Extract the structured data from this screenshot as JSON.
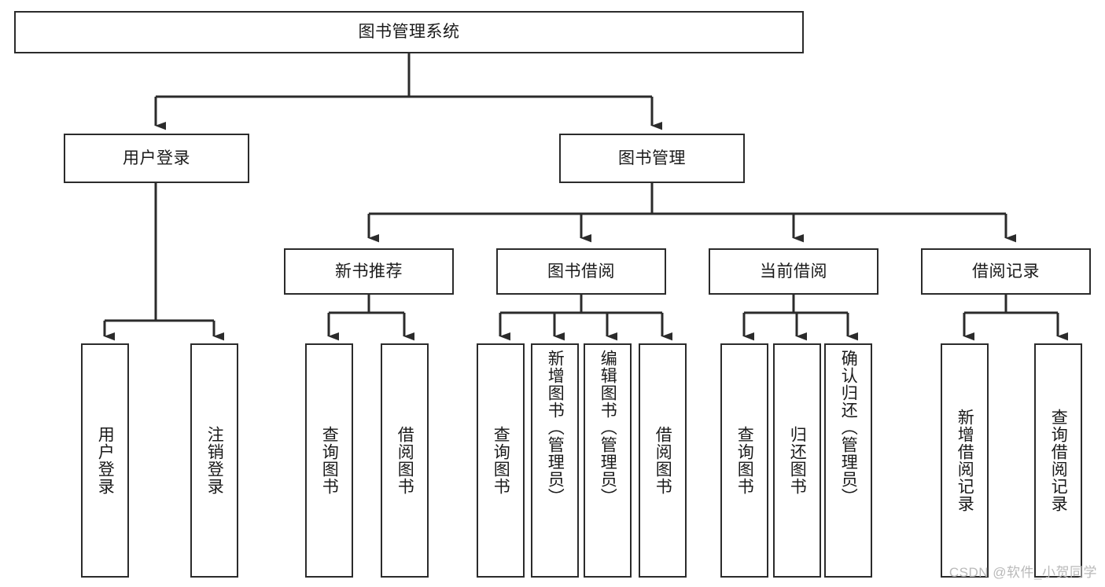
{
  "diagram": {
    "title": "图书管理系统",
    "type": "tree-hierarchy-chart",
    "watermark": "CSDN @软件_小贺同学",
    "colors": {
      "box_border": "#2b2b2b",
      "box_fill": "#ffffff",
      "connector": "#2b2b2b",
      "text": "#1a1a1a",
      "watermark": "#b9b9b9",
      "background": "#ffffff"
    },
    "levels": {
      "root": {
        "label": "图书管理系统"
      },
      "level2": [
        {
          "label": "用户登录"
        },
        {
          "label": "图书管理"
        }
      ],
      "level3": [
        {
          "label": "新书推荐"
        },
        {
          "label": "图书借阅"
        },
        {
          "label": "当前借阅"
        },
        {
          "label": "借阅记录"
        }
      ],
      "leaves": {
        "user_login": [
          {
            "label": "用户登录"
          },
          {
            "label": "注销登录"
          }
        ],
        "new_book_recommend": [
          {
            "label": "查询图书"
          },
          {
            "label": "借阅图书"
          }
        ],
        "book_borrow": [
          {
            "label": "查询图书"
          },
          {
            "label": "新增图书（管理员）"
          },
          {
            "label": "编辑图书（管理员）"
          },
          {
            "label": "借阅图书"
          }
        ],
        "current_borrow": [
          {
            "label": "查询图书"
          },
          {
            "label": "归还图书"
          },
          {
            "label": "确认归还（管理员）"
          }
        ],
        "borrow_record": [
          {
            "label": "新增借阅记录"
          },
          {
            "label": "查询借阅记录"
          }
        ]
      }
    }
  }
}
